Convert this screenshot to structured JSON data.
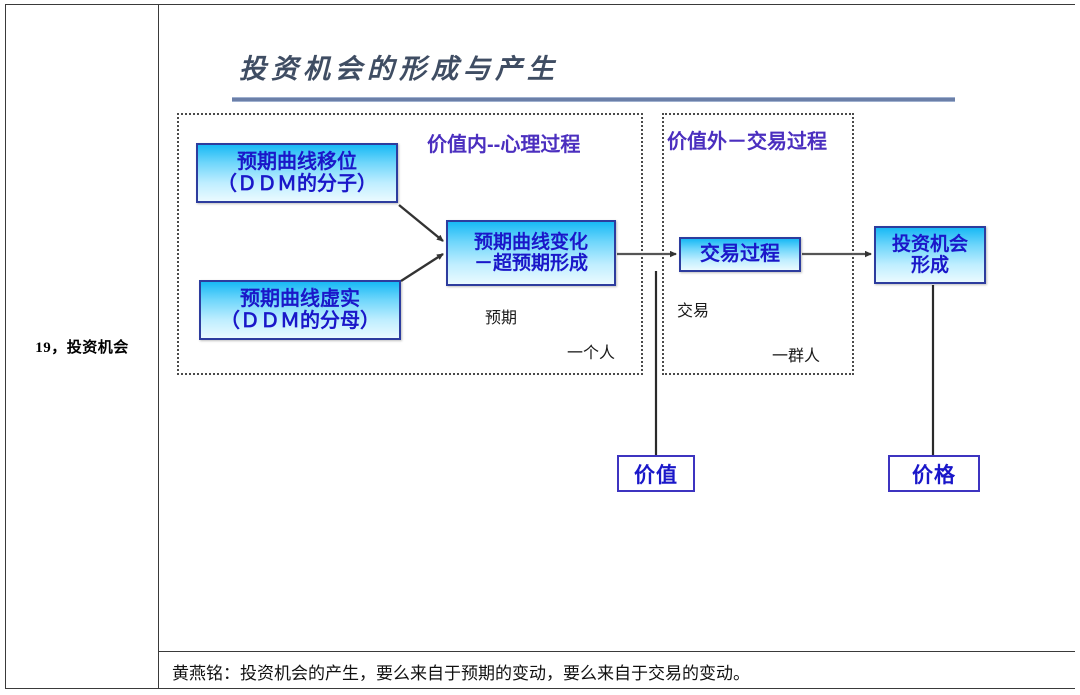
{
  "table": {
    "row_label": "19，投资机会",
    "caption": "黄燕铭：投资机会的产生，要么来自于预期的变动，要么来自于交易的变动。"
  },
  "slide": {
    "title": "投资机会的形成与产生",
    "title_color": "#3f4d63",
    "rule_color": "#6b7fa8"
  },
  "groups": [
    {
      "id": "inner",
      "title": "价值内--心理过程",
      "color": "#4b2fbf"
    },
    {
      "id": "outer",
      "title": "价值外－交易过程",
      "color": "#4b2fbf"
    }
  ],
  "boxes": {
    "shift": {
      "line1": "预期曲线移位",
      "line2": "（ＤＤＭ的分子）"
    },
    "truth": {
      "line1": "预期曲线虚实",
      "line2": "（ＤＤＭ的分母）"
    },
    "change": {
      "line1": "预期曲线变化",
      "line2": "－超预期形成"
    },
    "trade": {
      "line1": "交易过程",
      "line2": ""
    },
    "opportunity": {
      "line1": "投资机会",
      "line2": "形成"
    },
    "value": {
      "label": "价值"
    },
    "price": {
      "label": "价格"
    }
  },
  "annotations": {
    "expectation": "预期",
    "one_person": "一个人",
    "trade": "交易",
    "crowd_of_people": "一群人"
  },
  "palette": {
    "box_border": "#2d3c9e",
    "box_text": "#1a17c9",
    "box_fill_top": "#18b9f5",
    "box_fill_bottom": "#eafaff",
    "group_border": "#4a4a4a",
    "connector": "#555555",
    "table_border": "#3a3a3a"
  }
}
